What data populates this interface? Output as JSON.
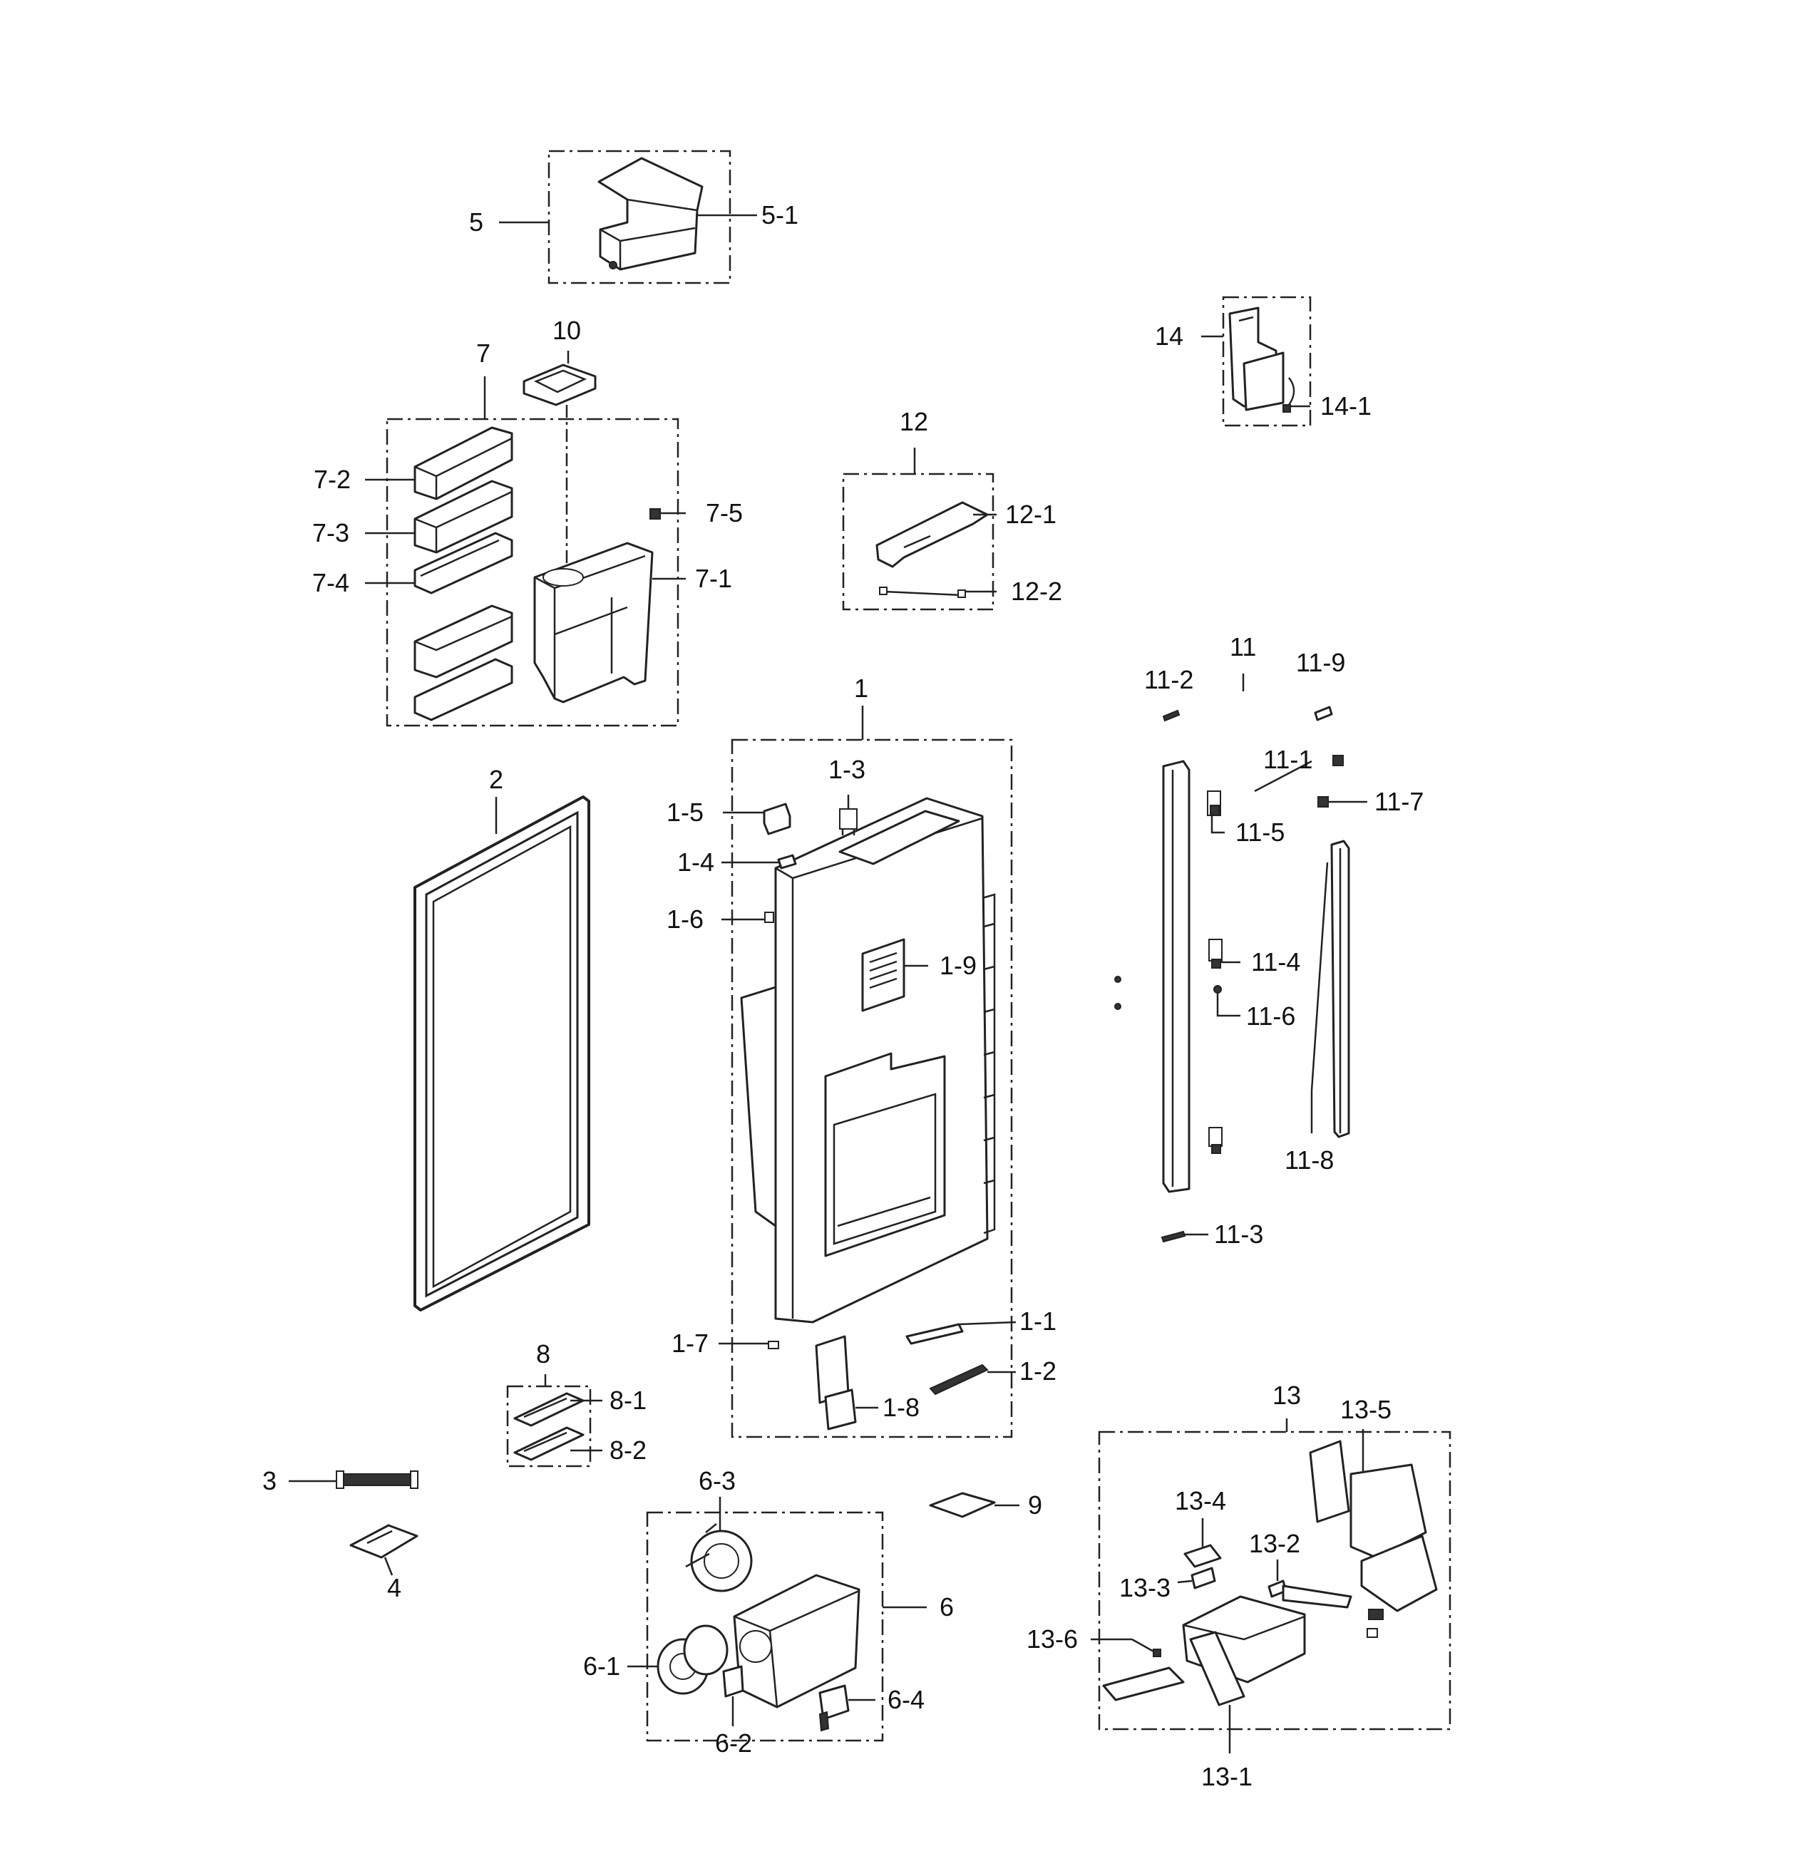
{
  "diagram": {
    "callouts": [
      "1",
      "1-1",
      "1-2",
      "1-3",
      "1-4",
      "1-5",
      "1-6",
      "1-7",
      "1-8",
      "1-9",
      "2",
      "3",
      "4",
      "5",
      "5-1",
      "6",
      "6-1",
      "6-2",
      "6-3",
      "6-4",
      "7",
      "7-1",
      "7-2",
      "7-3",
      "7-4",
      "7-5",
      "8",
      "8-1",
      "8-2",
      "9",
      "10",
      "11",
      "11-1",
      "11-2",
      "11-3",
      "11-4",
      "11-5",
      "11-6",
      "11-7",
      "11-8",
      "11-9",
      "12",
      "12-1",
      "12-2",
      "13",
      "13-1",
      "13-2",
      "13-3",
      "13-4",
      "13-5",
      "13-6",
      "14",
      "14-1"
    ]
  }
}
